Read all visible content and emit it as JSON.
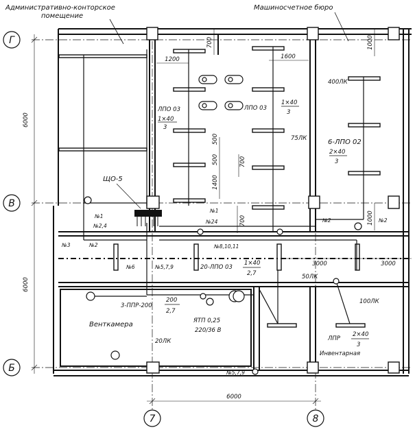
{
  "captions": {
    "admin_office": [
      "Административно-конторское",
      "помещение"
    ],
    "computing_bureau": "Машиносчетное бюро"
  },
  "axes": {
    "g": "Г",
    "v": "В",
    "b": "Б",
    "a7": "7",
    "a8": "8"
  },
  "dimensions": {
    "span_upper": "6000",
    "span_lower": "6000",
    "span_bottom": "6000",
    "d_700_top": "700",
    "d_1200": "1200",
    "d_1600": "1600",
    "d_1000_top": "1000",
    "d_500a": "500",
    "d_500b": "500",
    "d_1400": "1400",
    "d_700_mid": "700",
    "d_700_bot": "700",
    "d_1000_bot": "1000",
    "d_3000_a": "3000",
    "d_3000_b": "3000"
  },
  "labels": {
    "lpo03_left": "ЛПО 03",
    "lpo03_left_frac_num": "1×40",
    "lpo03_left_frac_den": "3",
    "lpo03_right": "ЛПО 03",
    "lpo03_right_frac_num": "1×40",
    "lpo03_right_frac_den": "3",
    "lux_400": "400ЛК",
    "lux_75": "75ЛК",
    "lpo02": "6-ЛПО 02",
    "lpo02_frac_num": "2×40",
    "lpo02_frac_den": "3",
    "shcho": "ЩО-5",
    "n1_left": "№1",
    "n24_left": "№2,4",
    "n2_left": "№2",
    "n3": "№3",
    "n1_mid": "№1",
    "n24_mid": "№24",
    "n8": "№8,10,11",
    "n2_mid": "№2",
    "n2_right": "№2",
    "n6": "№6",
    "n579_mid": "№5,7,9",
    "lpo20": "20-ЛПО 03",
    "lpo20_frac_num": "1×40",
    "lpo20_frac_den": "2,7",
    "lux_50": "50ЛК",
    "ppr": "3-ППР-200",
    "ppr_frac_num": "200",
    "ppr_frac_den": "2,7",
    "ytp": "ЯТП 0,25",
    "ytp_v": "220/36 В",
    "lux_100": "100ЛК",
    "vent": "Венткамера",
    "lux_20": "20ЛК",
    "lpr": "ЛПР",
    "lpr_frac_num": "2×40",
    "lpr_frac_den": "3",
    "inventory": "Инвентарная",
    "n579_bot": "№5,7,9"
  }
}
